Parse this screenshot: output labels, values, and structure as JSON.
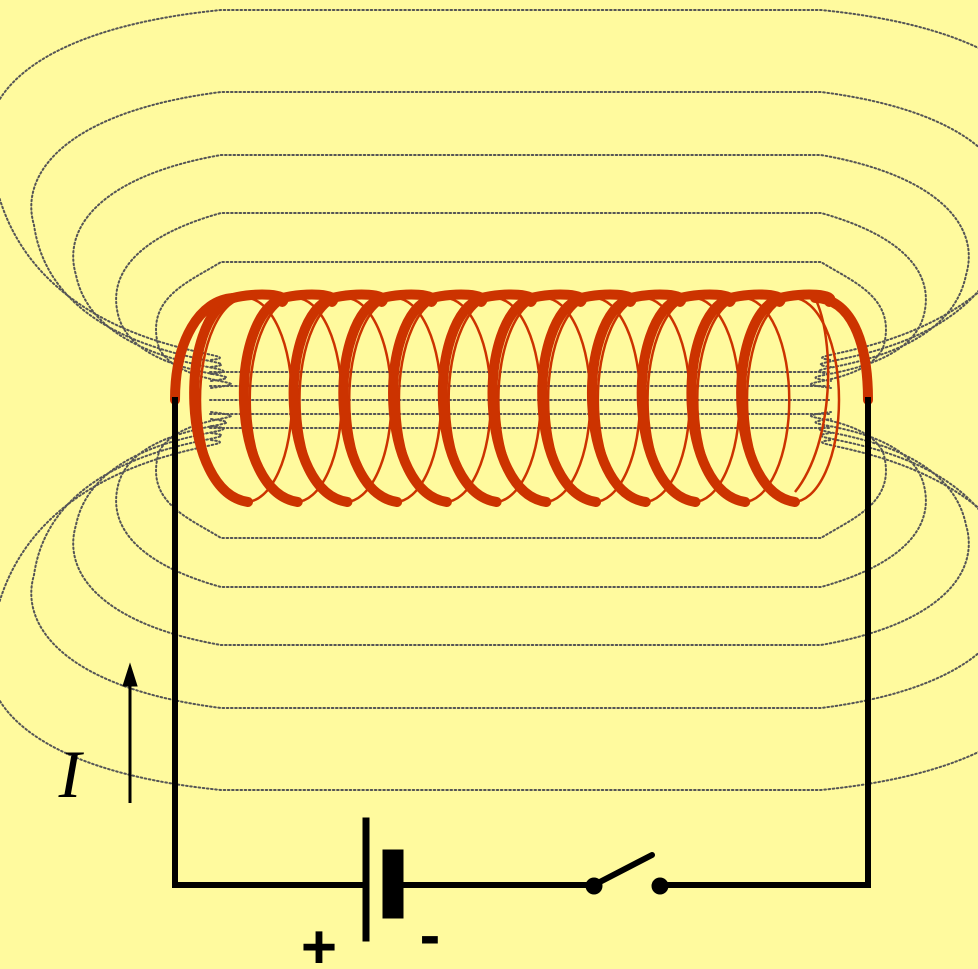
{
  "diagram": {
    "background_color": "#FFFA9E",
    "coil_color": "#CC3300",
    "wire_color": "#000000",
    "field_line_color": "#555555",
    "coil_turns": 12,
    "field_line_pairs": 5,
    "current_label": "I",
    "battery": {
      "positive_label": "+",
      "negative_label": "-"
    },
    "switch_state": "open",
    "icons": [
      "solenoid-coil",
      "magnetic-field-lines",
      "battery-icon",
      "switch-icon",
      "current-arrow-icon"
    ]
  }
}
